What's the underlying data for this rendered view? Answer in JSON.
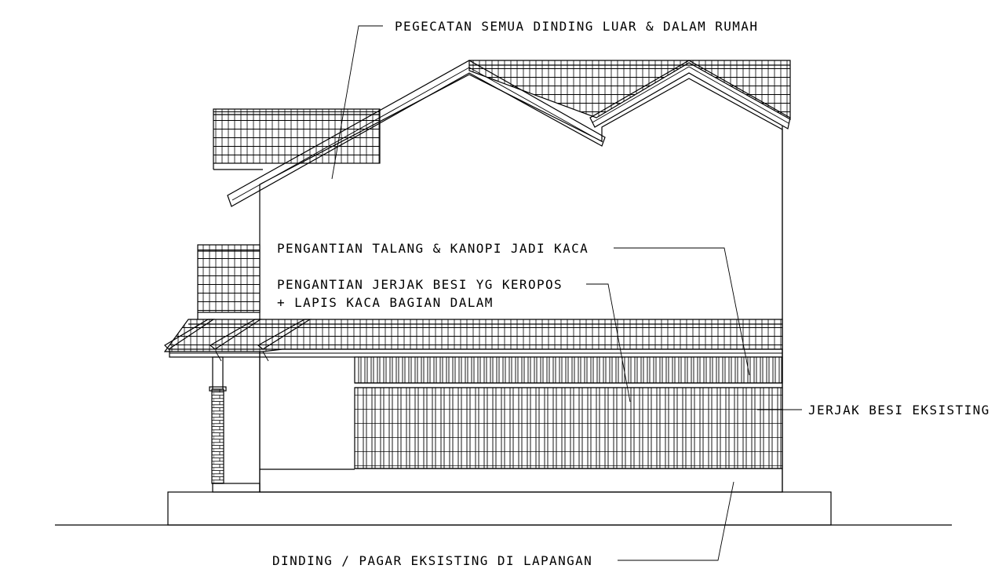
{
  "annotations": {
    "painting": "PEGECATAN SEMUA DINDING LUAR & DALAM RUMAH",
    "gutter_canopy": "PENGANTIAN TALANG & KANOPI JADI KACA",
    "iron_grille_line1": "PENGANTIAN JERJAK BESI YG KEROPOS",
    "iron_grille_line2": "+ LAPIS KACA BAGIAN DALAM",
    "existing_grille": "JERJAK BESI EKSISTING",
    "existing_wall": "DINDING / PAGAR EKSISTING DI LAPANGAN"
  },
  "colors": {
    "line": "#000000",
    "background": "#ffffff"
  }
}
